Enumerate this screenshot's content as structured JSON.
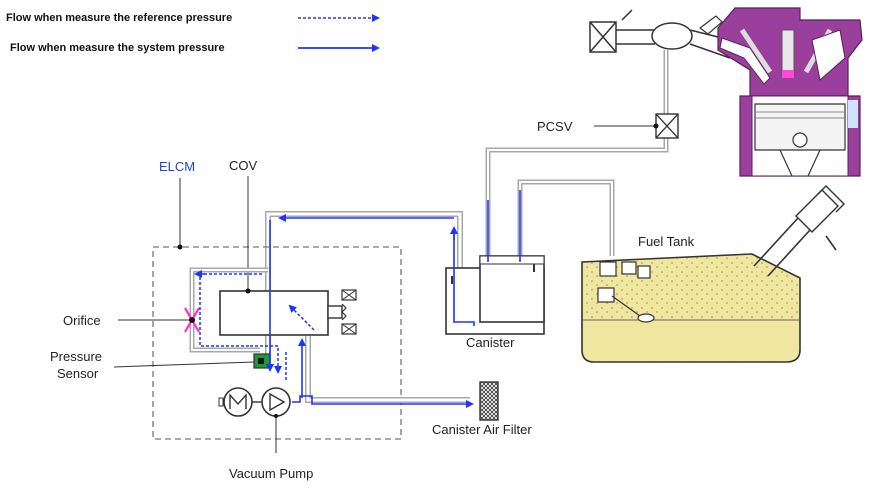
{
  "legend": {
    "reference": "Flow when  measure the reference pressure",
    "system": "Flow when measure the system pressure"
  },
  "labels": {
    "pcsv": "PCSV",
    "elcm": "ELCM",
    "cov": "COV",
    "orifice": "Orifice",
    "pressure_sensor_l1": "Pressure",
    "pressure_sensor_l2": "Sensor",
    "vacuum_pump": "Vacuum Pump",
    "canister": "Canister",
    "canister_air_filter": "Canister Air Filter",
    "fuel_tank": "Fuel Tank"
  },
  "colors": {
    "flow_blue": "#1f33ff",
    "elcm_label": "#2a3fd8",
    "engine_purple": "#9a3f9c",
    "engine_purple_dark": "#6b2a70",
    "fuel": "#efe7a0",
    "fuel_dots": "#b59f4a",
    "pipe_grey": "#a8a8a8",
    "sensor_green": "#1a9a3a",
    "orifice_magenta": "#ff2bd8"
  }
}
